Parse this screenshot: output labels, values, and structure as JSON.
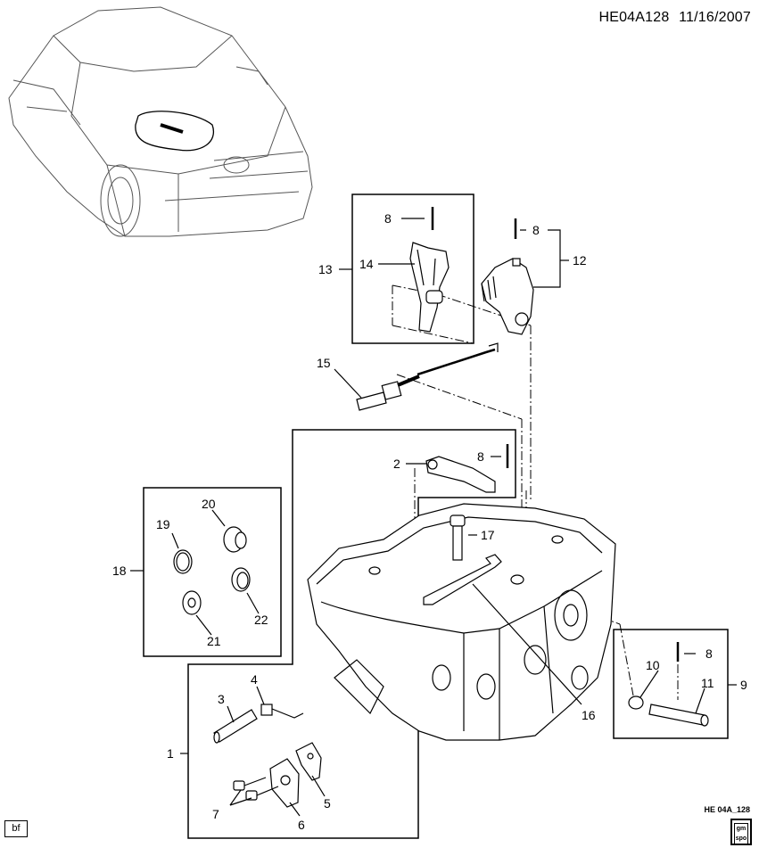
{
  "header": {
    "code": "HE04A128",
    "date": "11/16/2007"
  },
  "footer": {
    "code": "HE 04A_128",
    "note_box": "bf",
    "logo": "gm spo"
  },
  "callouts": [
    "1",
    "2",
    "3",
    "4",
    "5",
    "6",
    "7",
    "8",
    "8",
    "8",
    "8",
    "9",
    "10",
    "11",
    "12",
    "13",
    "14",
    "15",
    "16",
    "17",
    "18",
    "19",
    "20",
    "21",
    "22"
  ]
}
